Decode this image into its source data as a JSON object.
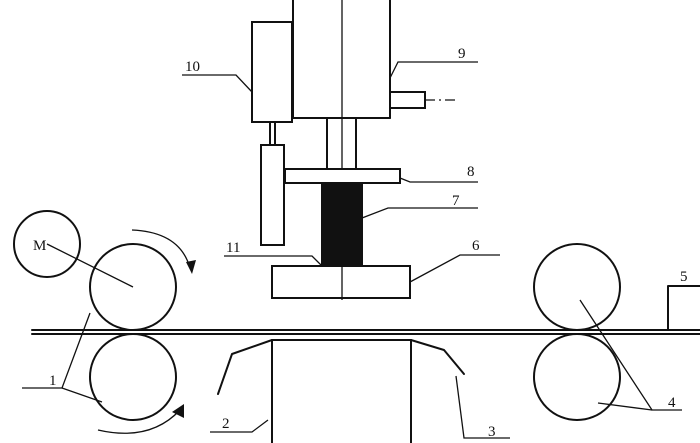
{
  "diagram": {
    "colors": {
      "stroke": "#111111",
      "background": "#ffffff",
      "spring_fill": "#111111"
    },
    "labels": {
      "motor": "M",
      "drive_rollers": "1",
      "die_left": "2",
      "die_right": "3",
      "output_rollers": "4",
      "stop": "5",
      "punch_plate": "6",
      "spring": "7",
      "stripper_bracket": "8",
      "press_ram": "9",
      "cylinder": "10",
      "sensor": "11"
    }
  }
}
